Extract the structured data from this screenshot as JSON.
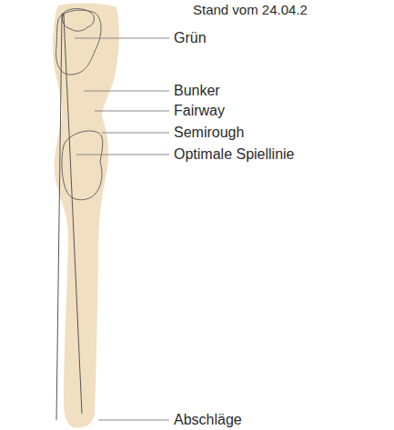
{
  "diagram": {
    "labels": [
      "Stand vom 24.04.2",
      "Grün",
      "Bunker",
      "Fairway",
      "Semirough",
      "Optimale Spiellinie",
      "Abschläge"
    ]
  }
}
